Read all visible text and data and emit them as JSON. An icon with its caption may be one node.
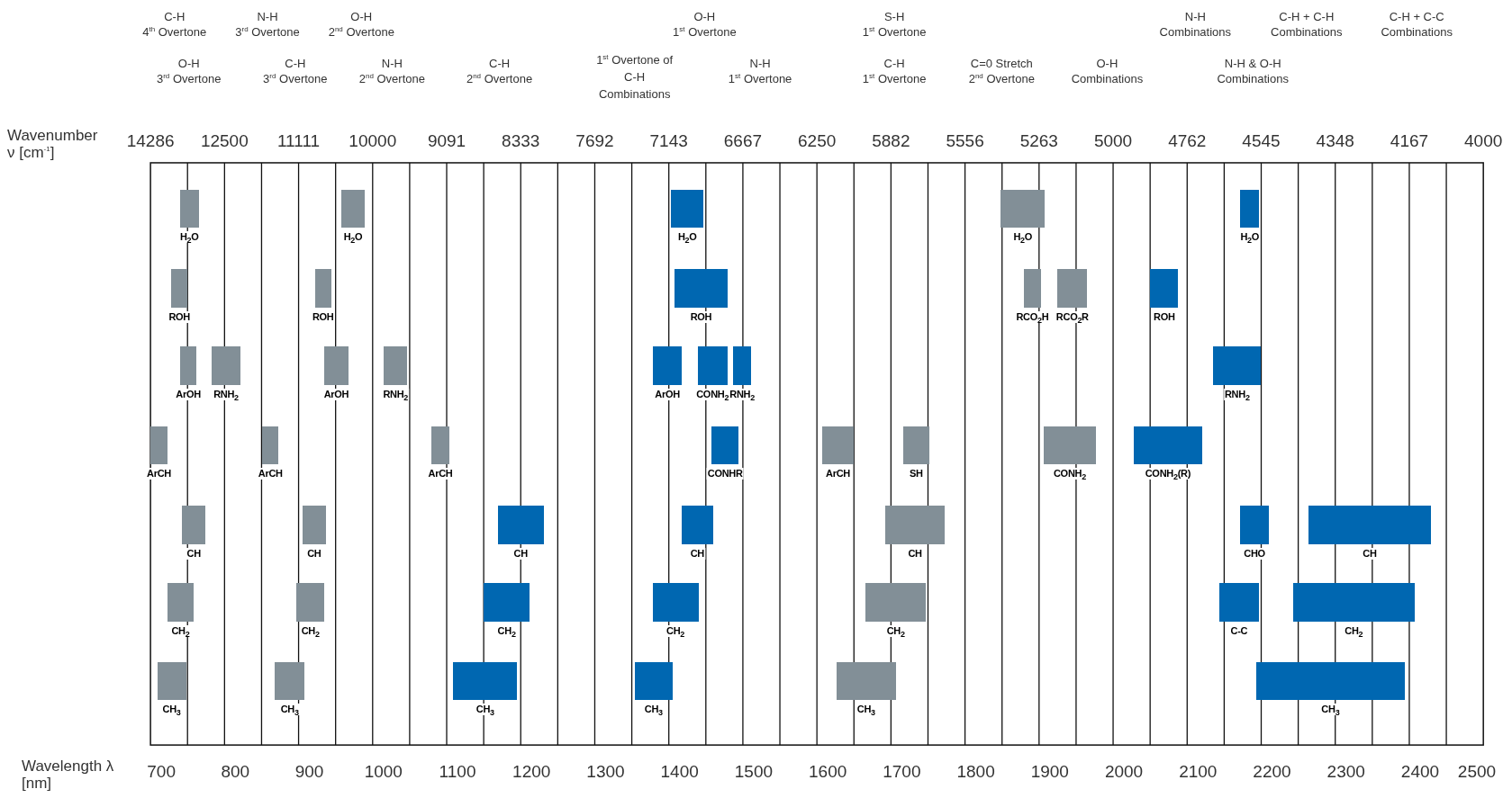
{
  "diagram": {
    "nodes": [
      {
        "text": [
          "H$_{2}$O"
        ]
      },
      {
        "text": [
          "H$_{2}$O"
        ]
      },
      {
        "text": [
          "H$_{2}$O"
        ]
      },
      {
        "text": [
          "H$_{2}$O"
        ]
      },
      {
        "text": [
          "H$_{2}$O"
        ]
      },
      {
        "text": [
          "ROH"
        ]
      },
      {
        "text": [
          "ROH"
        ]
      },
      {
        "text": [
          "ROH"
        ]
      },
      {
        "text": [
          "RCO$_{2}$H"
        ]
      },
      {
        "text": [
          "RCO$_{2}$R"
        ]
      },
      {
        "text": [
          "ROH"
        ]
      },
      {
        "text": [
          "ArOH"
        ]
      },
      {
        "text": [
          "RNH$_{2}$"
        ]
      },
      {
        "text": [
          "ArOH"
        ]
      },
      {
        "text": [
          "RNH$_{2}$"
        ]
      },
      {
        "text": [
          "ArOH"
        ]
      },
      {
        "text": [
          "CONH$_{2}$"
        ]
      },
      {
        "text": [
          "RNH$_{2}$"
        ]
      },
      {
        "text": [
          "RNH$_{2}$"
        ]
      },
      {
        "text": [
          "ArCH"
        ]
      },
      {
        "text": [
          "ArCH"
        ]
      },
      {
        "text": [
          "ArCH"
        ]
      },
      {
        "text": [
          "CONHR"
        ]
      },
      {
        "text": [
          "ArCH"
        ]
      },
      {
        "text": [
          "SH"
        ]
      },
      {
        "text": [
          "CONH$_{2}$"
        ]
      },
      {
        "text": [
          "CONH$_{2}$(R)"
        ]
      },
      {
        "text": [
          "CH"
        ]
      },
      {
        "text": [
          "CH"
        ]
      },
      {
        "text": [
          "CH"
        ]
      },
      {
        "text": [
          "CH"
        ]
      },
      {
        "text": [
          "CH"
        ]
      },
      {
        "text": [
          "CHO"
        ]
      },
      {
        "text": [
          "CH"
        ]
      },
      {
        "text": [
          "CH$_{2}$"
        ]
      },
      {
        "text": [
          "CH$_{2}$"
        ]
      },
      {
        "text": [
          "CH$_{2}$"
        ]
      },
      {
        "text": [
          "CH$_{2}$"
        ]
      },
      {
        "text": [
          "CH$_{2}$"
        ]
      },
      {
        "text": [
          "C-C"
        ]
      },
      {
        "text": [
          "CH$_{2}$"
        ]
      },
      {
        "text": [
          "CH$_{3}$"
        ]
      },
      {
        "text": [
          "CH$_{3}$"
        ]
      },
      {
        "text": [
          "CH$_{3}$"
        ]
      },
      {
        "text": [
          "CH$_{3}$"
        ]
      },
      {
        "text": [
          "CH$_{3}$"
        ]
      },
      {
        "text": [
          "CH$_{3}$"
        ]
      }
    ],
    "labels": [
      "C-H",
      "4$^{th}$ Overtone",
      "N-H",
      "3$^{rd}$ Overtone",
      "O-H",
      "2$^{nd}$ Overtone",
      "O-H",
      "1$^{st}$ Overtone",
      "S-H",
      "1$^{st}$ Overtone",
      "N-H",
      "Combinations",
      "C-H + C-H",
      "Combinations",
      "C-H + C-C",
      "Combinations",
      "O-H",
      "3$^{rd}$ Overtone",
      "C-H",
      "3$^{rd}$ Overtone",
      "N-H",
      "2$^{nd}$ Overtone",
      "C-H",
      "2$^{nd}$ Overtone",
      "1$^{st}$ Overtone of",
      "C-H",
      "Combinations",
      "N-H",
      "1$^{st}$ Overtone",
      "C-H",
      "1$^{st}$ Overtone",
      "C=0 Stretch",
      "2$^{nd}$ Overtone",
      "O-H",
      "Combinations",
      "N-H & O-H",
      "Combinations",
      "Wavenumber ν [cm$^{-1}$]",
      "14286",
      "12500",
      "11111",
      "10000",
      "9091",
      "8333",
      "7692",
      "7143",
      "6667",
      "6250",
      "5882",
      "5556",
      "5263",
      "5000",
      "4762",
      "4545",
      "4348",
      "4167",
      "4000",
      "Wavelength λ [nm]",
      "700",
      "800",
      "900",
      "1000",
      "1100",
      "1200",
      "1300",
      "1400",
      "1500",
      "1600",
      "1700",
      "1800",
      "1900",
      "2000",
      "2100",
      "2200",
      "2300",
      "2400",
      "2500"
    ]
  }
}
